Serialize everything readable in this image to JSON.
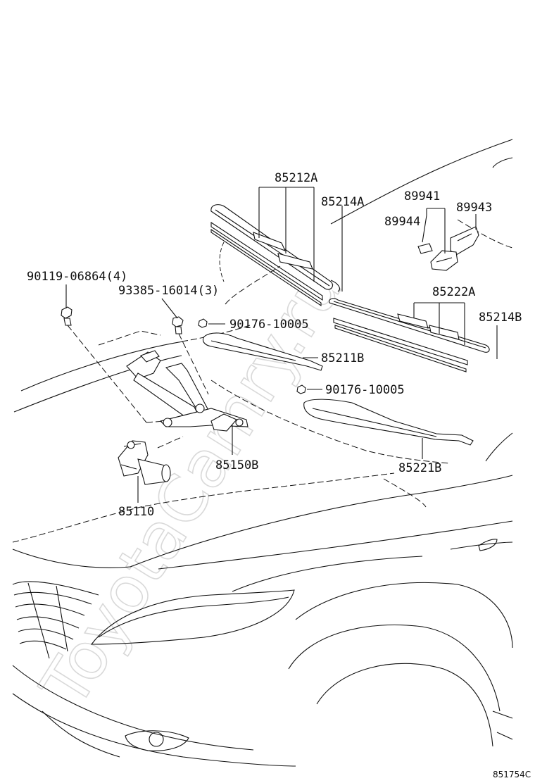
{
  "watermark": "ToyotaCamry.ru",
  "diagram_ref": "851754C",
  "labels": {
    "p85212A": "85212A",
    "p85214A_top": "85214A",
    "p89941": "89941",
    "p89943": "89943",
    "p89944": "89944",
    "p90119": "90119-06864(4)",
    "p93385": "93385-16014(3)",
    "p90176_top": "90176-10005",
    "p85222A": "85222A",
    "p85214B": "85214B",
    "p85211B": "85211B",
    "p90176_bottom": "90176-10005",
    "p85150B": "85150B",
    "p85221B": "85221B",
    "p85110": "85110"
  }
}
